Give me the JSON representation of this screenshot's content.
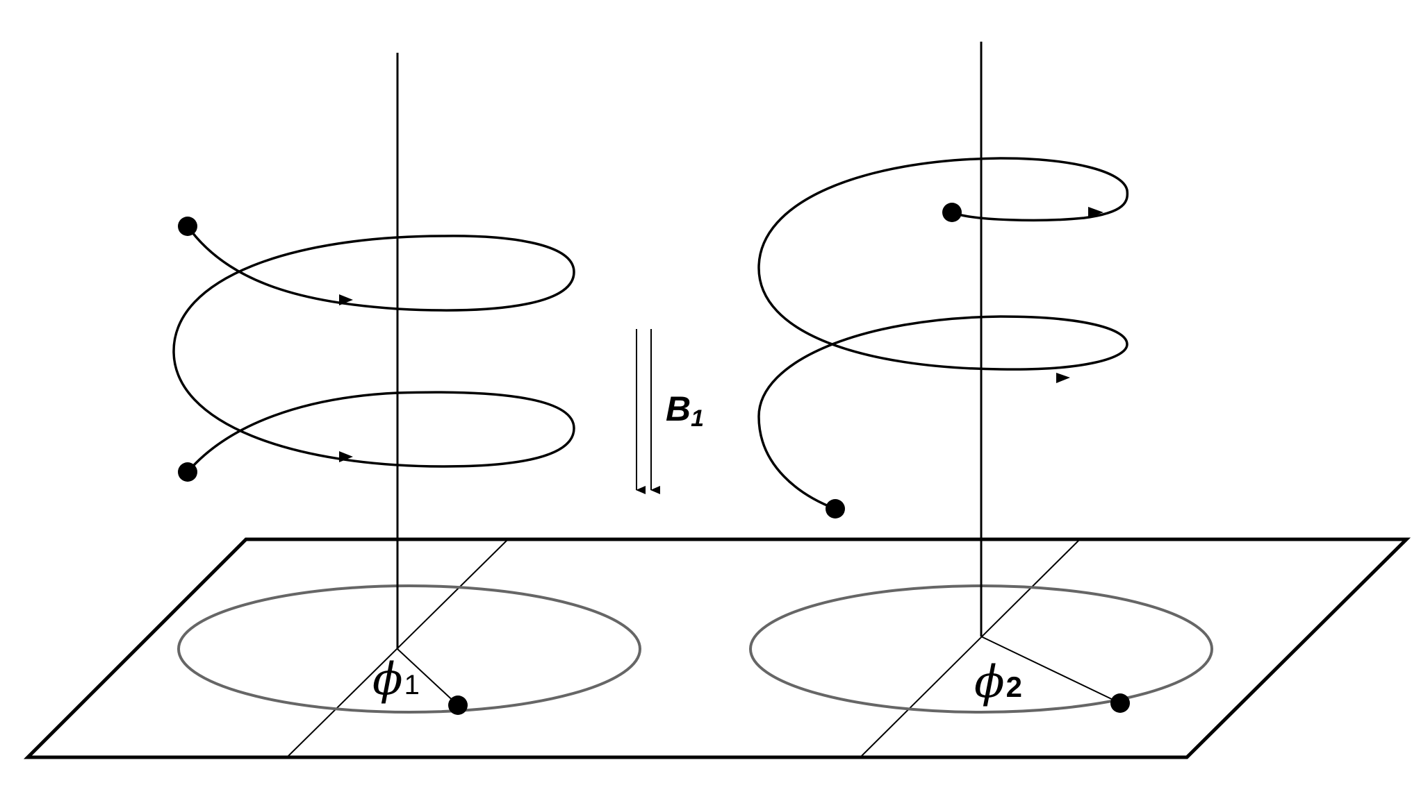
{
  "field_label": {
    "symbol": "B",
    "subscript": "1"
  },
  "angle_labels": [
    {
      "symbol": "ϕ",
      "subscript": "1"
    },
    {
      "symbol": "ϕ",
      "subscript": "2"
    }
  ]
}
